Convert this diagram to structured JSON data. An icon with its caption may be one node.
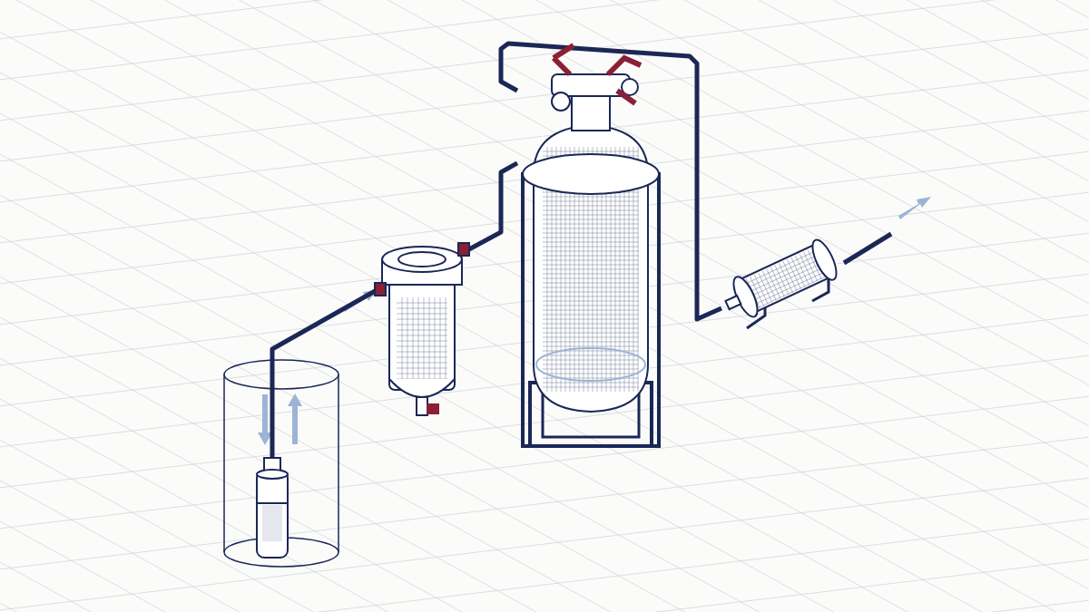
{
  "diagram": {
    "nodes": [
      {
        "text": [],
        "shape": "cylinder"
      },
      {
        "text": [],
        "shape": "picture",
        "in": 0
      },
      {
        "text": [],
        "shape": "picture"
      },
      {
        "text": [],
        "shape": "picture"
      },
      {
        "text": [],
        "shape": "picture"
      }
    ],
    "edges": [
      {
        "from": 1,
        "to": 2,
        "arrow": "none"
      },
      {
        "from": 2,
        "to": 3,
        "arrow": "none"
      },
      {
        "from": 3,
        "to": 4,
        "arrow": "none"
      }
    ]
  }
}
